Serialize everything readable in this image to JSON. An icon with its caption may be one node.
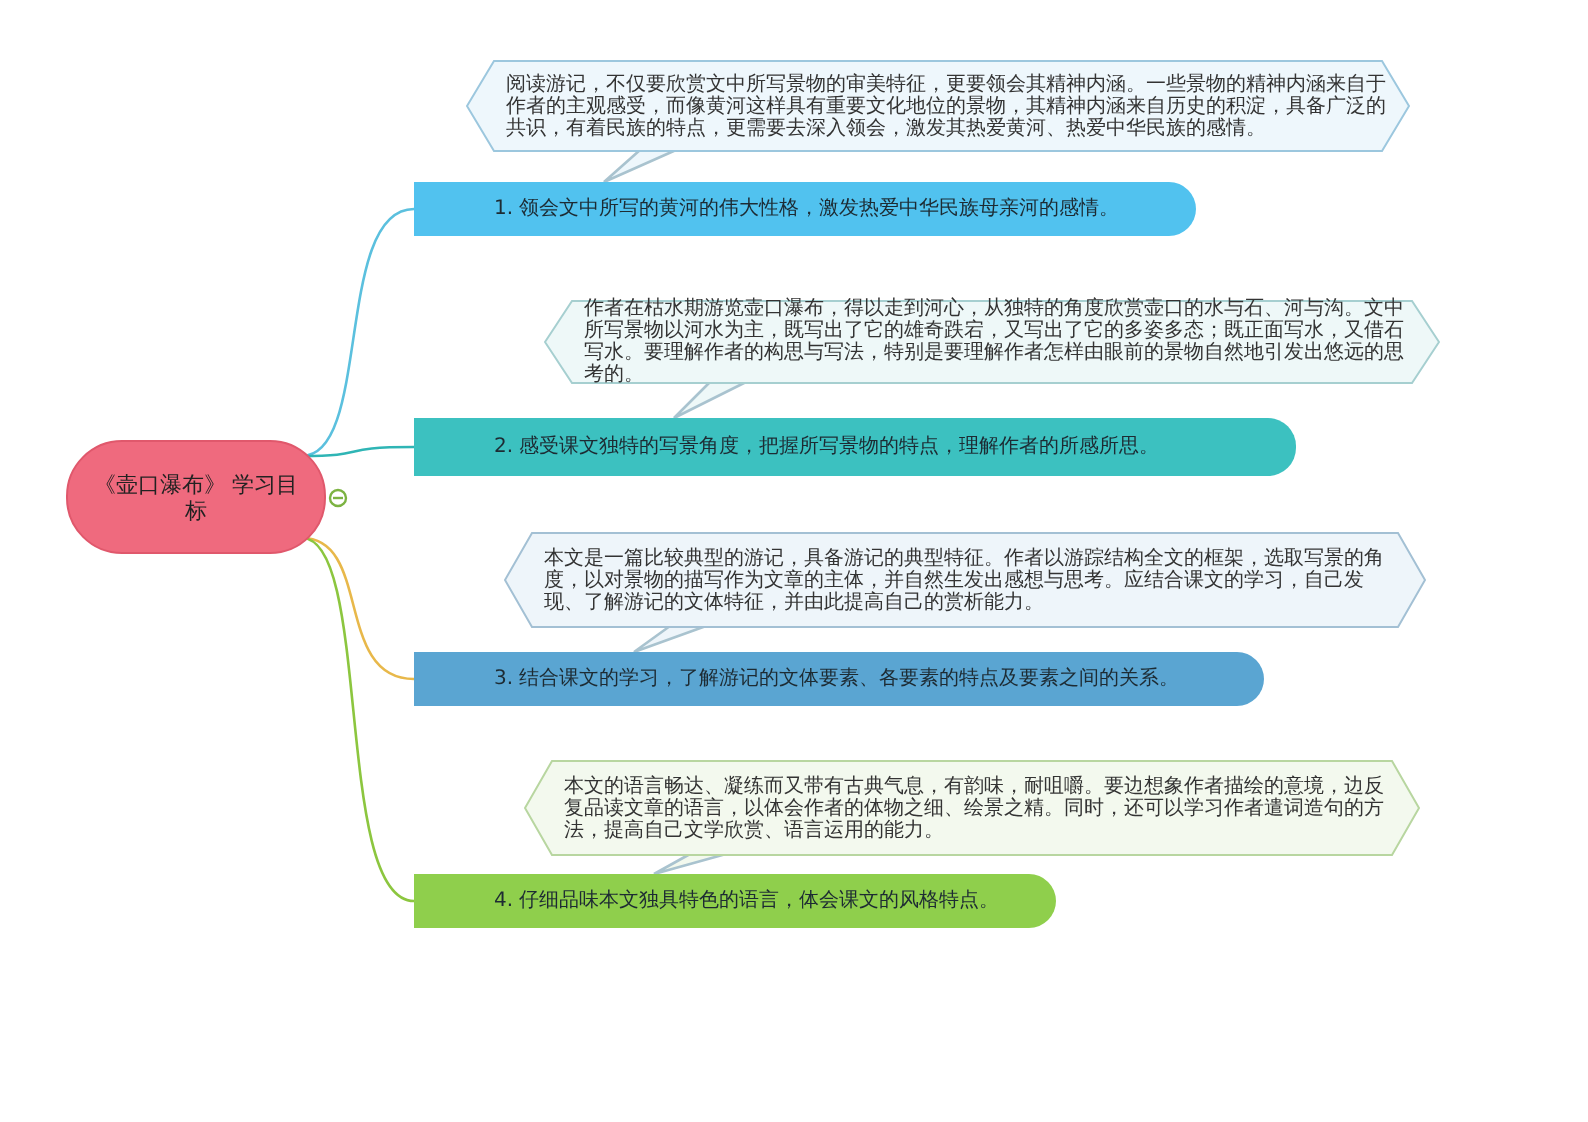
{
  "diagram": {
    "nodes": [
      {
        "text": [
          "《壶口瀑布》 学习目标"
        ]
      },
      {
        "text": [
          "阅读游记，不仅要欣赏文中所写景物的审美特征，更要领会其精神内涵。一些景物的精神内涵来自于作者的主观感受，而像黄河这样具有重要文化地位的景物，其精神内涵来自历史的积淀，具备广泛的共识，有着民族的特点，更需要去深入领会，激发其热爱黄河、热爱中华民族的感情。"
        ]
      },
      {
        "text": [
          "1. 领会文中所写的黄河的伟大性格，激发热爱中华民族母亲河的感情。"
        ]
      },
      {
        "text": [
          "作者在枯水期游览壶口瀑布，得以走到河心，从独特的角度欣赏壶口的水与石、河与沟。文中所写景物以河水为主，既写出了它的雄奇跌宕，又写出了它的多姿多态；既正面写水，又借石写水。要理解作者的构思与写法，特别是要理解作者怎样由眼前的景物自然地引发出悠远的思考的。"
        ]
      },
      {
        "text": [
          "2. 感受课文独特的写景角度，把握所写景物的特点，理解作者的所感所思。"
        ]
      },
      {
        "text": [
          "本文是一篇比较典型的游记，具备游记的典型特征。作者以游踪结构全文的框架，选取写景的角度，以对景物的描写作为文章的主体，并自然生发出感想与思考。应结合课文的学习，自己发现、了解游记的文体特征，并由此提高自己的赏析能力。"
        ]
      },
      {
        "text": [
          "3. 结合课文的学习，了解游记的文体要素、各要素的特点及要素之间的关系。"
        ]
      },
      {
        "text": [
          "本文的语言畅达、凝练而又带有古典气息，有韵味，耐咀嚼。要边想象作者描绘的意境，边反复品读文章的语言，以体会作者的体物之细、绘景之精。同时，还可以学习作者遣词造句的方法，提高自己文学欣赏、语言运用的能力。"
        ]
      },
      {
        "text": [
          "4. 仔细品味本文独具特色的语言，体会课文的风格特点。"
        ]
      }
    ],
    "edges": [
      {
        "from": 0,
        "to": 2,
        "arrow": "none",
        "color": "#5bc0de"
      },
      {
        "from": 0,
        "to": 4,
        "arrow": "none",
        "color": "#2fb5b5"
      },
      {
        "from": 0,
        "to": 6,
        "arrow": "none",
        "color": "#e8b84a"
      },
      {
        "from": 0,
        "to": 8,
        "arrow": "none",
        "color": "#8cc63f"
      },
      {
        "from": 1,
        "to": 2,
        "arrow": "none"
      },
      {
        "from": 3,
        "to": 4,
        "arrow": "none"
      },
      {
        "from": 5,
        "to": 6,
        "arrow": "none"
      },
      {
        "from": 7,
        "to": 8,
        "arrow": "none"
      }
    ]
  }
}
